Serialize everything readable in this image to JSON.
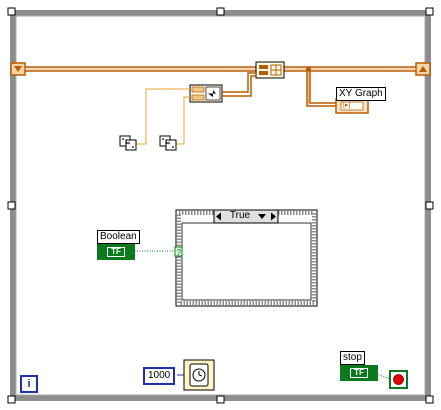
{
  "nodes": {
    "xy_graph_label": "XY Graph",
    "boolean_label": "Boolean",
    "stop_label": "stop",
    "case_selector_value": "True",
    "wait_constant": "1000",
    "iteration_terminal": "i",
    "tf_text": "TF"
  },
  "colors": {
    "while_loop_border": "#8c8c8c",
    "orange_wire": "#b85c00",
    "numeric_blue": "#1e2fb0",
    "boolean_green": "#0b7a1e",
    "stop_red": "#e00000"
  }
}
